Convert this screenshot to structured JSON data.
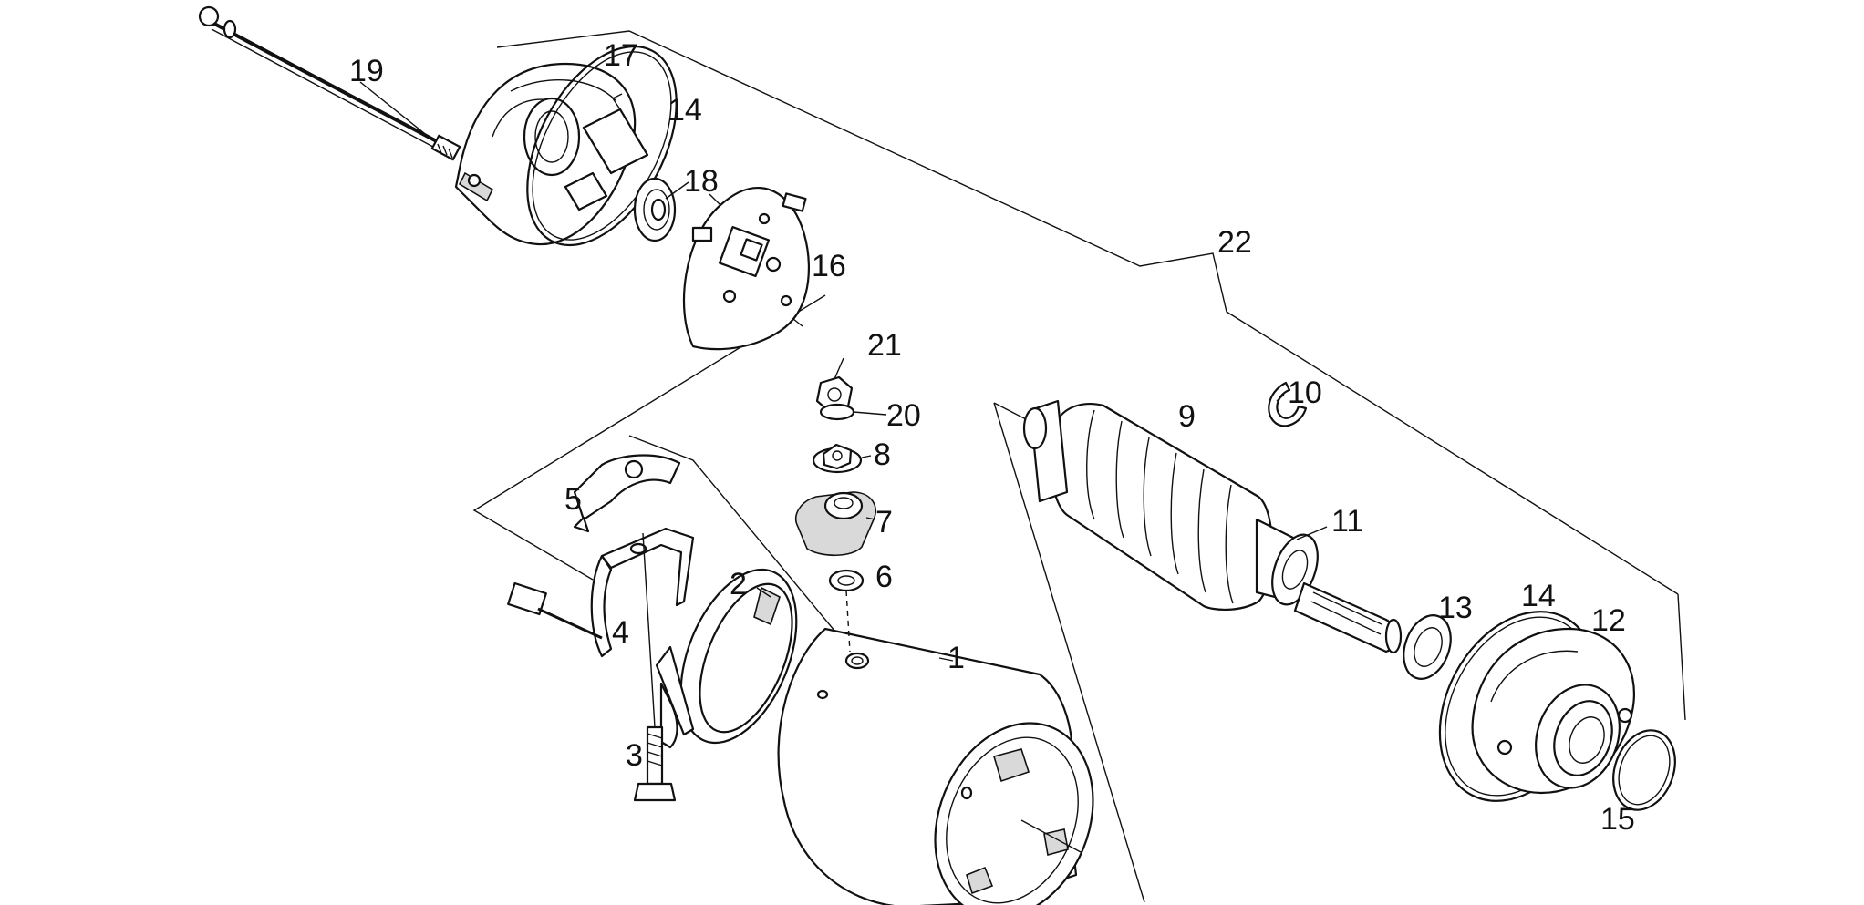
{
  "diagram": {
    "callouts": [
      {
        "id": "p1",
        "text": "1"
      },
      {
        "id": "p2",
        "text": "2"
      },
      {
        "id": "p3",
        "text": "3"
      },
      {
        "id": "p4",
        "text": "4"
      },
      {
        "id": "p5",
        "text": "5"
      },
      {
        "id": "p6",
        "text": "6"
      },
      {
        "id": "p7",
        "text": "7"
      },
      {
        "id": "p8",
        "text": "8"
      },
      {
        "id": "p9",
        "text": "9"
      },
      {
        "id": "p10",
        "text": "10"
      },
      {
        "id": "p11",
        "text": "11"
      },
      {
        "id": "p12",
        "text": "12"
      },
      {
        "id": "p13",
        "text": "13"
      },
      {
        "id": "p14a",
        "text": "14"
      },
      {
        "id": "p14b",
        "text": "14"
      },
      {
        "id": "p15",
        "text": "15"
      },
      {
        "id": "p16",
        "text": "16"
      },
      {
        "id": "p17",
        "text": "17"
      },
      {
        "id": "p18",
        "text": "18"
      },
      {
        "id": "p19",
        "text": "19"
      },
      {
        "id": "p20",
        "text": "20"
      },
      {
        "id": "p21",
        "text": "21"
      },
      {
        "id": "p22",
        "text": "22"
      }
    ]
  }
}
